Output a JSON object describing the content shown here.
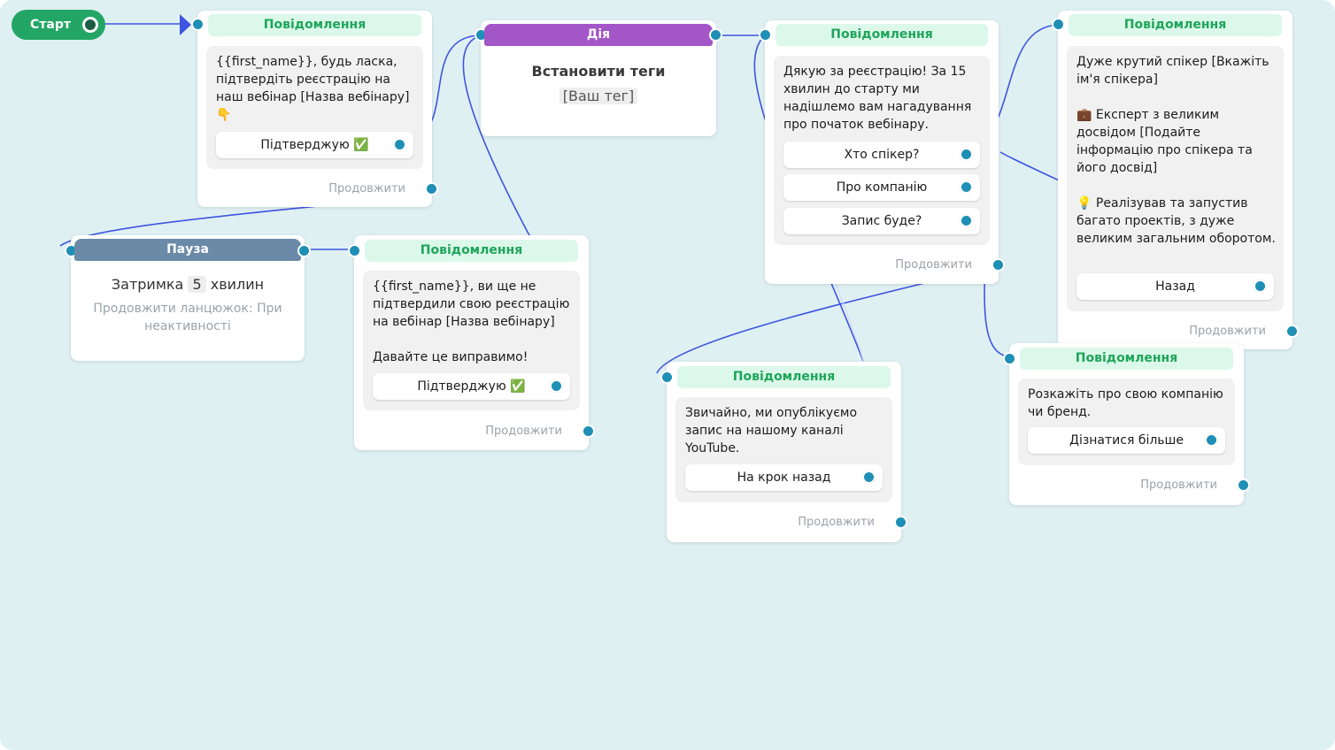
{
  "start": {
    "label": "Старт"
  },
  "nodes": {
    "msg1": {
      "header": "Повідомлення",
      "text": "{{first_name}}, будь ласка, підтвердіть реєстрацію на наш вебінар [Назва вебінару] 👇",
      "button": "Підтверджую ✅",
      "continue": "Продовжити"
    },
    "action": {
      "header": "Дія",
      "title": "Встановити теги",
      "tag": "[Ваш тег]"
    },
    "msg2": {
      "header": "Повідомлення",
      "text": "Дякую за реєстрацію! За 15 хвилин до старту ми надішлемо вам нагадування про початок вебінару.",
      "buttons": [
        "Хто спікер?",
        "Про компанію",
        "Запис буде?"
      ],
      "continue": "Продовжити"
    },
    "msg3": {
      "header": "Повідомлення",
      "text": "Дуже крутий спікер [Вкажіть ім'я спікера]\n\n💼 Експерт з великим досвідом [Подайте інформацію про спікера та його досвід]\n\n💡 Реалізував та запустив багато проектів, з дуже великим загальним оборотом.",
      "button": "Назад",
      "continue": "Продовжити"
    },
    "pause": {
      "header": "Пауза",
      "delay_label": "Затримка",
      "delay_value": "5",
      "delay_unit": "хвилин",
      "subtext": "Продовжити ланцюжок: При неактивності"
    },
    "msg4": {
      "header": "Повідомлення",
      "text": "{{first_name}}, ви ще не підтвердили свою реєстрацію на вебінар [Назва вебінару]\n\nДавайте це виправимо!",
      "button": "Підтверджую ✅",
      "continue": "Продовжити"
    },
    "msg5": {
      "header": "Повідомлення",
      "text": "Звичайно, ми опублікуємо запис на нашому каналі YouTube.",
      "button": "На крок назад",
      "continue": "Продовжити"
    },
    "msg6": {
      "header": "Повідомлення",
      "text": "Розкажіть про свою компанію чи бренд.",
      "button": "Дізнатися більше",
      "continue": "Продовжити"
    }
  },
  "colors": {
    "canvas": "#dff0f3",
    "message_header_bg": "#dcf8ea",
    "message_header_text": "#1ea55a",
    "action_header": "#a256c8",
    "pause_header": "#6b8aa8",
    "start_pill": "#23a665",
    "connector_dot": "#1e8fb5",
    "wire": "#3d55e0"
  }
}
